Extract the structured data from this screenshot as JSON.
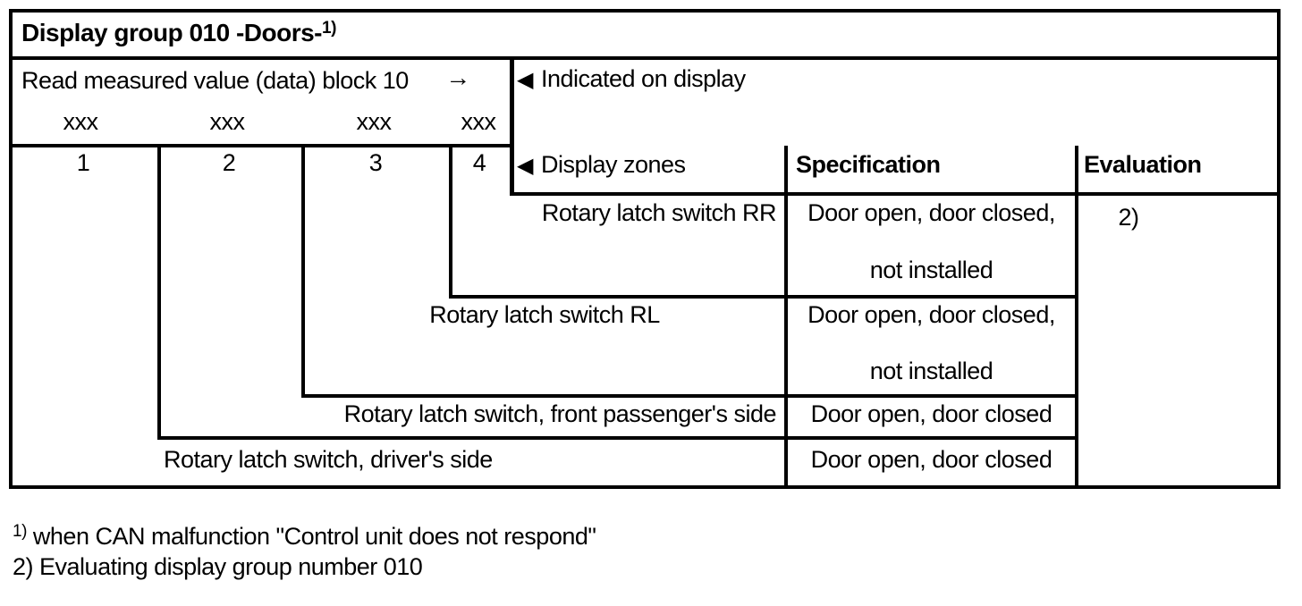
{
  "title": {
    "text": "Display group 010 -Doors-",
    "footnote_ref": "1)"
  },
  "read_block": {
    "label": "Read measured value (data) block 10",
    "arrow": "→",
    "placeholders": [
      "xxx",
      "xxx",
      "xxx",
      "xxx"
    ]
  },
  "indicated": {
    "marker": "◀",
    "label": "Indicated on display"
  },
  "header": {
    "zone_numbers": [
      "1",
      "2",
      "3",
      "4"
    ],
    "zones_marker": "◀",
    "zones_label": "Display zones",
    "specification": "Specification",
    "evaluation": "Evaluation"
  },
  "rows": [
    {
      "zone": "4",
      "label": "Rotary latch switch RR",
      "spec_line1": "Door open, door closed,",
      "spec_line2": "not installed"
    },
    {
      "zone": "3",
      "label": "Rotary latch switch RL",
      "spec_line1": "Door open, door closed,",
      "spec_line2": "not installed"
    },
    {
      "zone": "2",
      "label": "Rotary latch switch, front passenger's side",
      "spec_line1": "Door open, door closed"
    },
    {
      "zone": "1",
      "label": "Rotary latch switch, driver's side",
      "spec_line1": "Door open, door closed"
    }
  ],
  "evaluation_note": "2)",
  "footnotes": [
    {
      "ref": "1)",
      "text": "when CAN malfunction \"Control unit does not respond\""
    },
    {
      "ref": "2)",
      "text": "Evaluating display group number 010"
    }
  ],
  "colors": {
    "ink": "#000000",
    "paper": "#ffffff"
  }
}
